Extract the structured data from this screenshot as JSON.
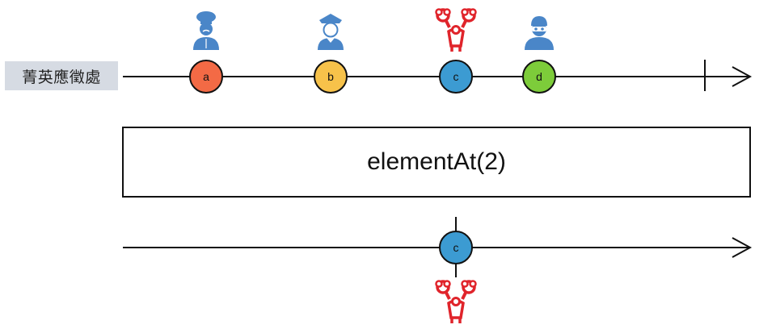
{
  "input_label": "菁英應徵處",
  "operator": {
    "label": "elementAt(2)"
  },
  "input_marbles": [
    {
      "label": "a",
      "color": "#f36a45",
      "icon": "chef-icon"
    },
    {
      "label": "b",
      "color": "#f7c24a",
      "icon": "police-officer-icon"
    },
    {
      "label": "c",
      "color": "#3c9bd2",
      "icon": "cheering-person-icon"
    },
    {
      "label": "d",
      "color": "#7dcc3a",
      "icon": "masked-thief-icon"
    }
  ],
  "output_marbles": [
    {
      "label": "c",
      "color": "#3c9bd2",
      "icon": "cheering-person-icon"
    }
  ],
  "icon_color": "#4a86c8",
  "highlight_color": "#e0242b"
}
